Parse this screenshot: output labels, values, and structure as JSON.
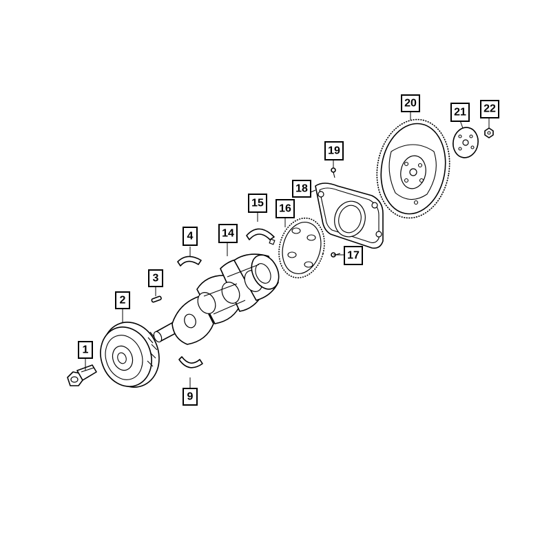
{
  "callouts": [
    {
      "id": "1",
      "label": "1"
    },
    {
      "id": "2",
      "label": "2"
    },
    {
      "id": "3",
      "label": "3"
    },
    {
      "id": "4",
      "label": "4"
    },
    {
      "id": "9",
      "label": "9"
    },
    {
      "id": "14",
      "label": "14"
    },
    {
      "id": "15",
      "label": "15"
    },
    {
      "id": "16",
      "label": "16"
    },
    {
      "id": "17",
      "label": "17"
    },
    {
      "id": "18",
      "label": "18"
    },
    {
      "id": "19",
      "label": "19"
    },
    {
      "id": "20",
      "label": "20"
    },
    {
      "id": "21",
      "label": "21"
    },
    {
      "id": "22",
      "label": "22"
    }
  ],
  "colors": {
    "line": "#000000",
    "background": "#ffffff"
  }
}
